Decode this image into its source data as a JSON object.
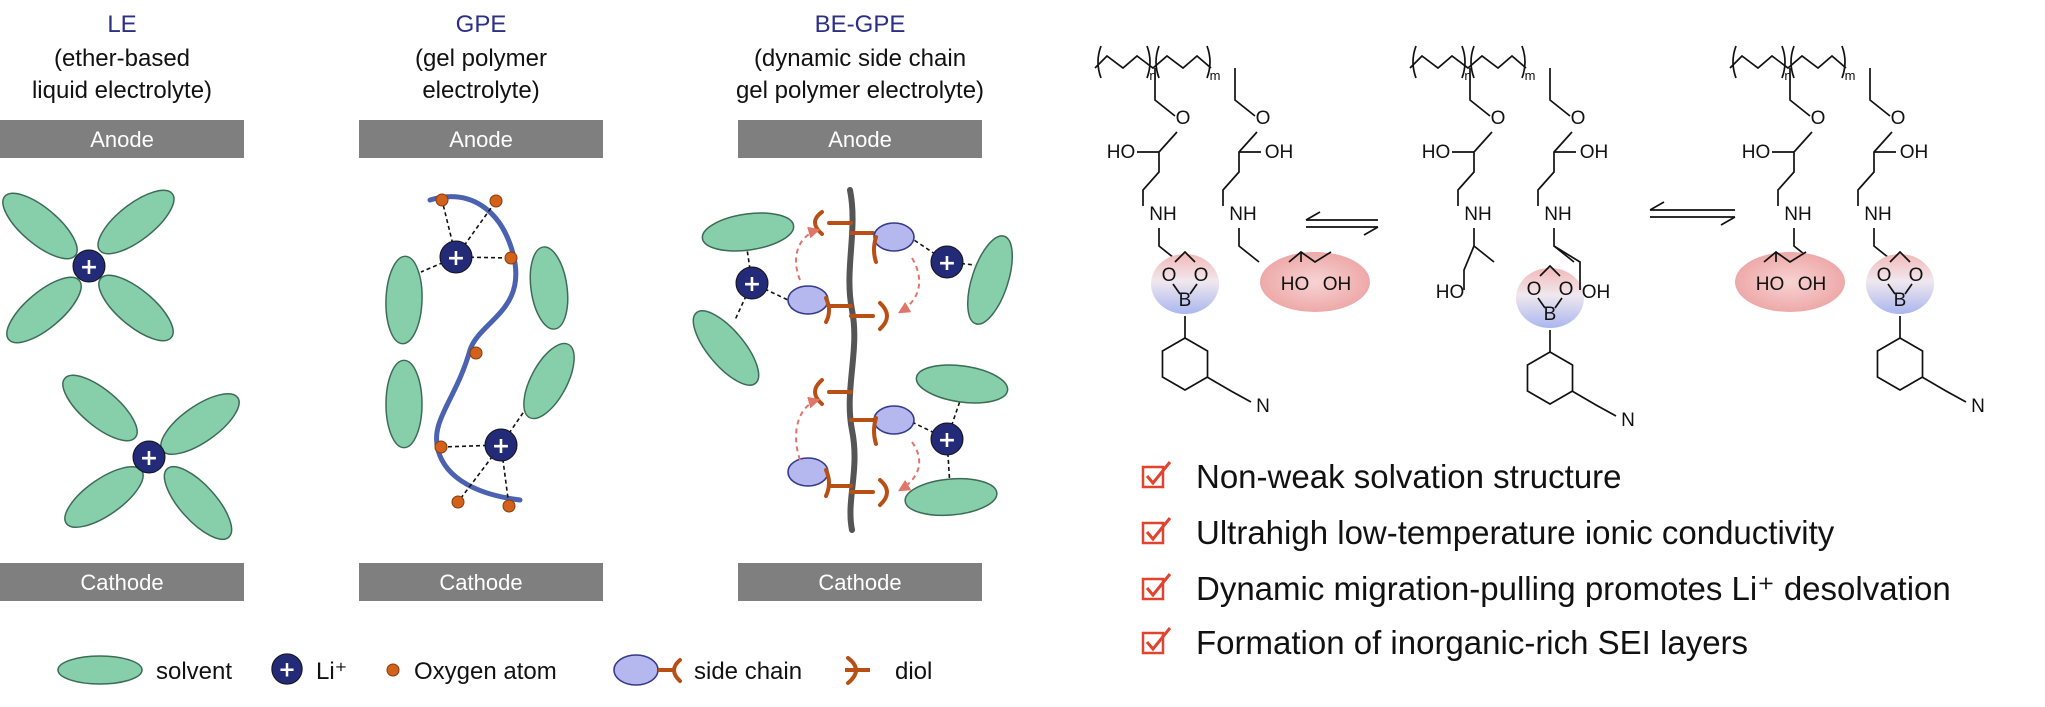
{
  "columns": [
    {
      "title": "LE",
      "subtitle": [
        "(ether-based",
        "liquid electrolyte)"
      ],
      "anode": "Anode",
      "cathode": "Cathode"
    },
    {
      "title": "GPE",
      "subtitle": [
        "(gel polymer",
        "electrolyte)"
      ],
      "anode": "Anode",
      "cathode": "Cathode"
    },
    {
      "title": "BE-GPE",
      "subtitle": [
        "(dynamic side chain",
        "gel polymer electrolyte)"
      ],
      "anode": "Anode",
      "cathode": "Cathode"
    }
  ],
  "legend": {
    "solvent": "solvent",
    "li": "Li⁺",
    "oxygen": "Oxygen atom",
    "side_chain": "side chain",
    "diol": "diol"
  },
  "chemistry": {
    "n": "n",
    "m": "m",
    "O": "O",
    "HO": "HO",
    "OH": "OH",
    "NH": "NH",
    "B": "B",
    "N": "N"
  },
  "bullets": [
    "Non-weak solvation structure",
    "Ultrahigh low-temperature ionic conductivity",
    "Dynamic migration-pulling promotes Li⁺ desolvation",
    "Formation of inorganic-rich SEI layers"
  ],
  "colors": {
    "title": "#2b2f86",
    "electrode_bar": "#7f7f7f",
    "solvent": "#86cfaa",
    "lithium": "#232a78",
    "oxygen": "#d2611c",
    "side_chain": "#b4b8ee",
    "diol": "#b85016",
    "polymer_gpe": "#4a62b0",
    "backbone_begpe": "#555555",
    "highlight_red": "#f4c2c2",
    "highlight_blue": "#b9c3f2",
    "check": "#e0432f"
  },
  "icons": [
    "check-box-icon",
    "equilibrium-arrows-icon",
    "lithium-ion-icon",
    "solvent-molecule-icon"
  ]
}
